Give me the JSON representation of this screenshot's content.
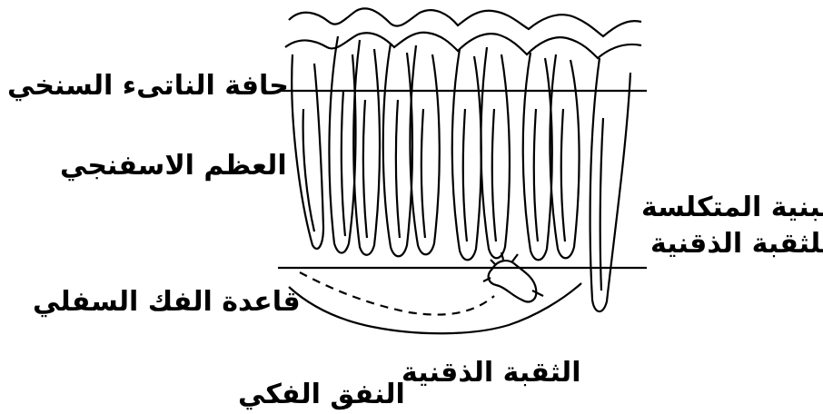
{
  "labels": {
    "alveolar_crest": "حافة الناتىء السنخي",
    "cancellous_bone": "العظم الاسفنجي",
    "mandible_base": "قاعدة الفك السفلي",
    "mental_foramen": "الثقبة الذقنية",
    "mandibular_canal": "النفق الفكي",
    "calcified_structure_line1": "البنية المتكلسة",
    "calcified_structure_line2": "للثقبة الذقنية"
  },
  "colors": {
    "ink": "#000000",
    "background": "#ffffff"
  }
}
